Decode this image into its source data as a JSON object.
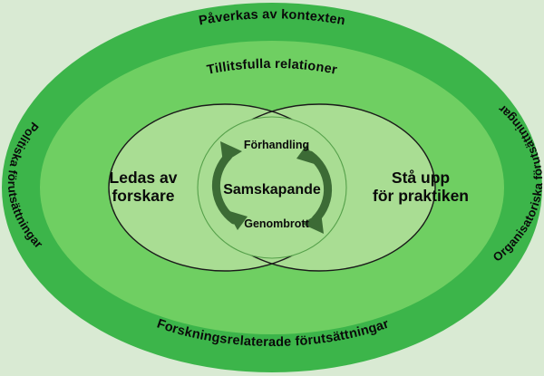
{
  "diagram": {
    "title_visible": false,
    "background_color": "#d9ead3",
    "rings": [
      {
        "id": "outer",
        "label": "Påverkas av kontexten",
        "color": "#3cb54a",
        "position": "top"
      },
      {
        "id": "middle",
        "label": "Tillitsfulla relationer",
        "color": "#6fcf62",
        "position": "top"
      },
      {
        "id": "left-side",
        "label": "Politiska förutsättningar",
        "color": "#3cb54a",
        "position": "left"
      },
      {
        "id": "right-side",
        "label": "Organisatoriska  förutsättningar",
        "color": "#3cb54a",
        "position": "right"
      },
      {
        "id": "bottom",
        "label": "Forskningsrelaterade förutsättningar",
        "color": "#3cb54a",
        "position": "bottom"
      }
    ],
    "lobes": [
      {
        "id": "left-lobe",
        "line1": "Ledas av",
        "line2": "forskare",
        "color": "#a9dd93"
      },
      {
        "id": "right-lobe",
        "line1": "Stå upp",
        "line2": "för praktiken",
        "color": "#a9dd93"
      }
    ],
    "core": {
      "label": "Samskapande",
      "color": "#a9dd93",
      "cycle_top": "Förhandling",
      "cycle_bottom": "Genombrott",
      "arrow_color": "#3c6b35"
    },
    "stroke_color": "#1a1a1a"
  }
}
